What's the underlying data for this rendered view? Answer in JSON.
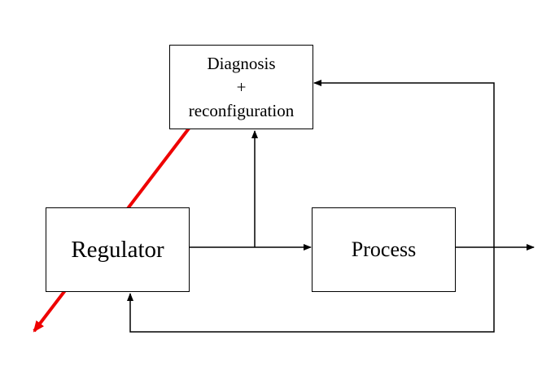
{
  "diagram": {
    "nodes": {
      "diagnosis": {
        "lines": [
          "Diagnosis",
          "+",
          "reconfiguration"
        ]
      },
      "regulator": {
        "label": "Regulator"
      },
      "process": {
        "label": "Process"
      }
    },
    "colors": {
      "stroke": "#000000",
      "highlight": "#ee0000",
      "background": "#ffffff"
    }
  }
}
